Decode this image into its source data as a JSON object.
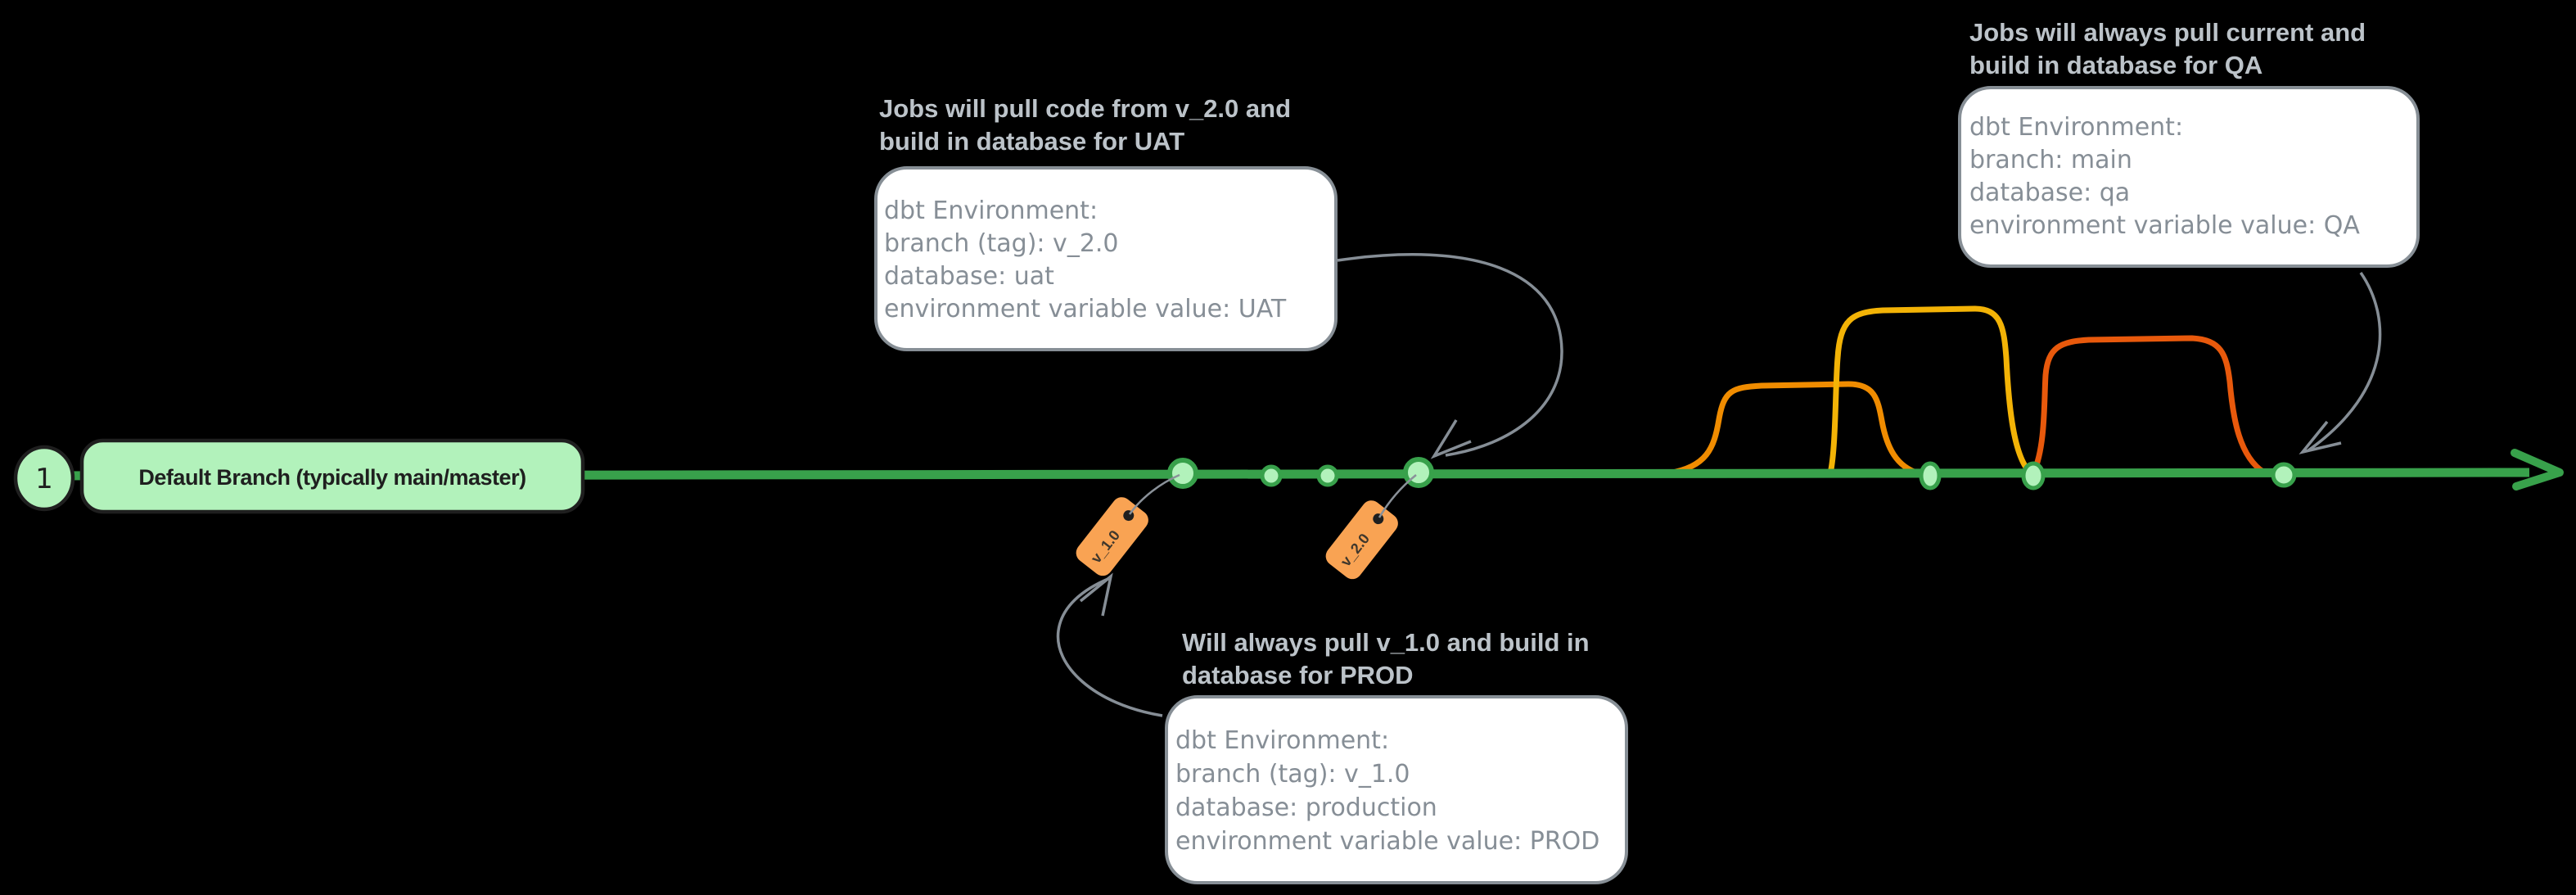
{
  "colors": {
    "background": "#000000",
    "branch_green": "#38a14b",
    "light_green": "#b2f2bb",
    "dark_stroke": "#1f1f1f",
    "grey_arrow": "#868e96",
    "title_grey": "#bcc3c9",
    "box_fill": "#ffffff",
    "arc_orange": "#f08c00",
    "arc_gold": "#f3b306",
    "arc_red": "#e8590c",
    "tag_fill": "#f9a353"
  },
  "start": {
    "number": "1",
    "label": "Default Branch (typically main/master)"
  },
  "callouts": {
    "uat": {
      "title": [
        "Jobs will pull code from v_2.0 and",
        "build in database for UAT"
      ],
      "lines": [
        "dbt Environment:",
        "branch (tag): v_2.0",
        "database: uat",
        "environment variable value: UAT"
      ]
    },
    "qa": {
      "title": [
        "Jobs will always pull current and",
        "build in database for QA"
      ],
      "lines": [
        "dbt Environment:",
        "branch: main",
        "database: qa",
        "environment variable value: QA"
      ]
    },
    "prod": {
      "title": [
        "Will always pull v_1.0 and build in",
        "database for PROD"
      ],
      "lines": [
        "dbt Environment:",
        "branch (tag): v_1.0",
        "database: production",
        "environment variable value: PROD"
      ]
    }
  },
  "tags": {
    "v1": "v_1.0",
    "v2": "v_2.0"
  }
}
